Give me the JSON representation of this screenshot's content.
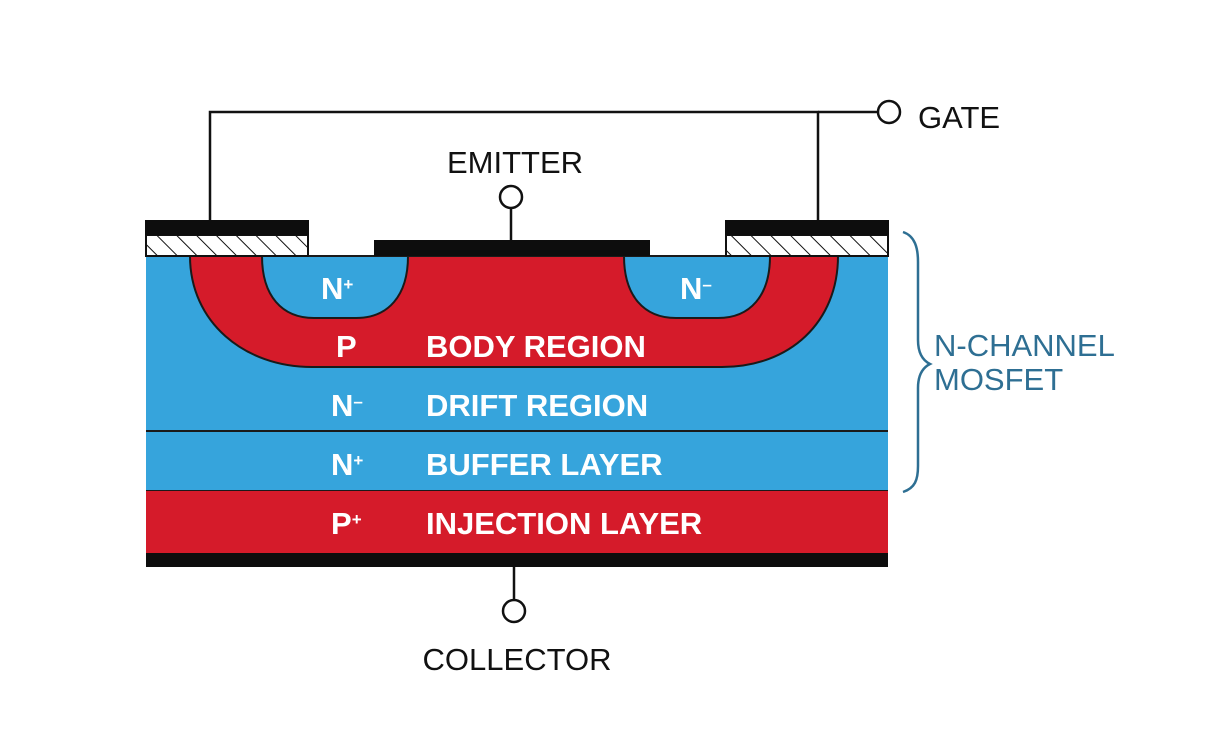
{
  "terminals": {
    "gate": "GATE",
    "emitter": "EMITTER",
    "collector": "COLLECTOR"
  },
  "wells": {
    "left": {
      "base": "N",
      "sup": "+"
    },
    "right": {
      "base": "N",
      "sup": "–"
    }
  },
  "layers": {
    "body": {
      "base": "P",
      "sup": "",
      "name": "BODY REGION"
    },
    "drift": {
      "base": "N",
      "sup": "–",
      "name": "DRIFT REGION"
    },
    "buffer": {
      "base": "N",
      "sup": "+",
      "name": "BUFFER LAYER"
    },
    "injection": {
      "base": "P",
      "sup": "+",
      "name": "INJECTION LAYER"
    }
  },
  "bracket": {
    "line1": "N-CHANNEL",
    "line2": "MOSFET"
  },
  "colors": {
    "n_region": "#36a4dc",
    "p_region": "#d51b2a",
    "metal": "#0d0d0d",
    "bracket": "#2e6f93"
  }
}
